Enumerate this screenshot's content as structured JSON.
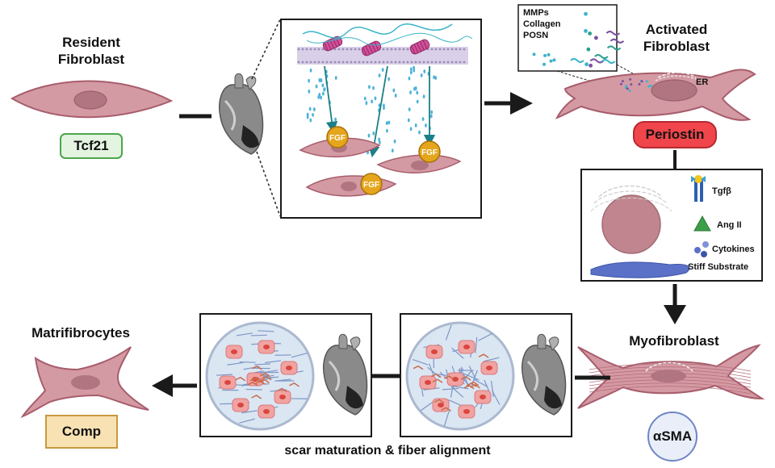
{
  "resident": {
    "title_line1": "Resident",
    "title_line2": "Fibroblast",
    "marker": "Tcf21"
  },
  "signaling": {
    "factor_label": "FGF"
  },
  "ecm_box": {
    "items": [
      "MMPs",
      "Collagen",
      "POSN"
    ]
  },
  "activated": {
    "title_line1": "Activated",
    "title_line2": "Fibroblast",
    "organelle": "ER",
    "marker": "Periostin"
  },
  "stimuli": {
    "items": [
      "Tgfβ",
      "Ang II",
      "Cytokines",
      "Stiff Substrate"
    ]
  },
  "myofibroblast": {
    "title": "Myofibroblast",
    "marker": "αSMA"
  },
  "matrifibrocytes": {
    "title": "Matrifibrocytes",
    "marker": "Comp"
  },
  "caption": "scar maturation & fiber alignment",
  "colors": {
    "cell_fill": "#d49aa4",
    "cell_stroke": "#a85d6c",
    "nucleus": "#b07580",
    "tcf21_fill": "#e3f4e1",
    "tcf21_stroke": "#4ca64c",
    "periostin_fill": "#f0454b",
    "asma_fill": "#e9eef8",
    "asma_stroke": "#6f86c6",
    "comp_fill": "#f8e2b4",
    "comp_stroke": "#c79a3e",
    "fgf_fill": "#e5a51c",
    "droplet": "#4fb3d9",
    "arrow": "#1a1a1a"
  }
}
